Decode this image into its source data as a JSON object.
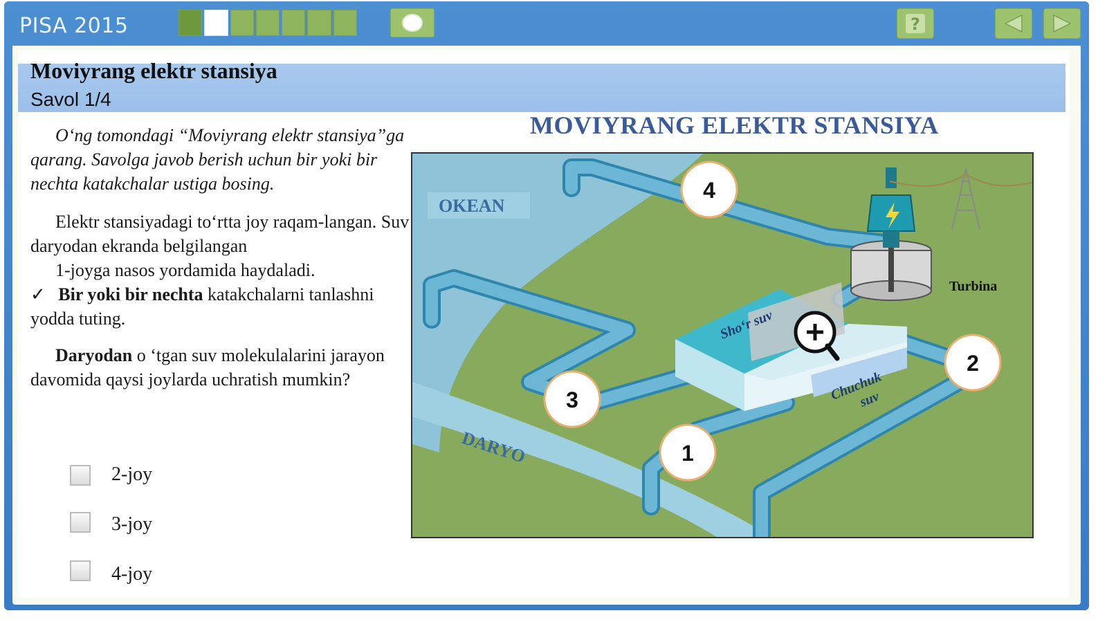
{
  "header": {
    "app_title": "PISA 2015",
    "progress": {
      "total": 7,
      "current": 2
    }
  },
  "unit": {
    "title": "Moviyrang elektr stansiya",
    "question_label": "Savol 1/4"
  },
  "stimulus": {
    "intro": "O‘ng tomondagi “Moviyrang elektr stansiya”ga qarang. Savolga javob berish uchun bir yoki bir nechta katakchalar ustiga bosing.",
    "info_line1": "Elektr stansiyadagi to‘rtta joy raqam-langan. Suv daryodan ekranda belgilangan",
    "info_line2": "1-joyga nasos yordamida haydaladi.",
    "check_bold": "Bir yoki bir nechta",
    "check_rest": " katakchalarni tanlashni yodda tuting.",
    "check_mark": "✓",
    "question_bold": "Daryodan",
    "question_rest": " o ‘tgan suv molekulalarini jarayon davomida qaysi joylarda uchratish mumkin?"
  },
  "options": [
    {
      "label": "2-joy",
      "checked": false
    },
    {
      "label": "3-joy",
      "checked": false
    },
    {
      "label": "4-joy",
      "checked": false
    }
  ],
  "diagram": {
    "title": "MOVIYRANG ELEKTR STANSIYA",
    "labels": {
      "ocean": "OKEAN",
      "river": "DARYO",
      "turbine": "Turbina",
      "salt_water": "Sho‘r suv",
      "fresh_water_1": "Chuchuk",
      "fresh_water_2": "suv"
    },
    "points": [
      "1",
      "2",
      "3",
      "4"
    ],
    "colors": {
      "water": "#8fc4d8",
      "land": "#88aa5c",
      "pipe": "#6cb7d6",
      "pipe_dark": "#2f86ad"
    }
  },
  "icons": [
    "clock-icon",
    "help-icon",
    "arrow-left-icon",
    "arrow-right-icon",
    "zoom-icon",
    "lightning-icon",
    "power-tower-icon"
  ]
}
